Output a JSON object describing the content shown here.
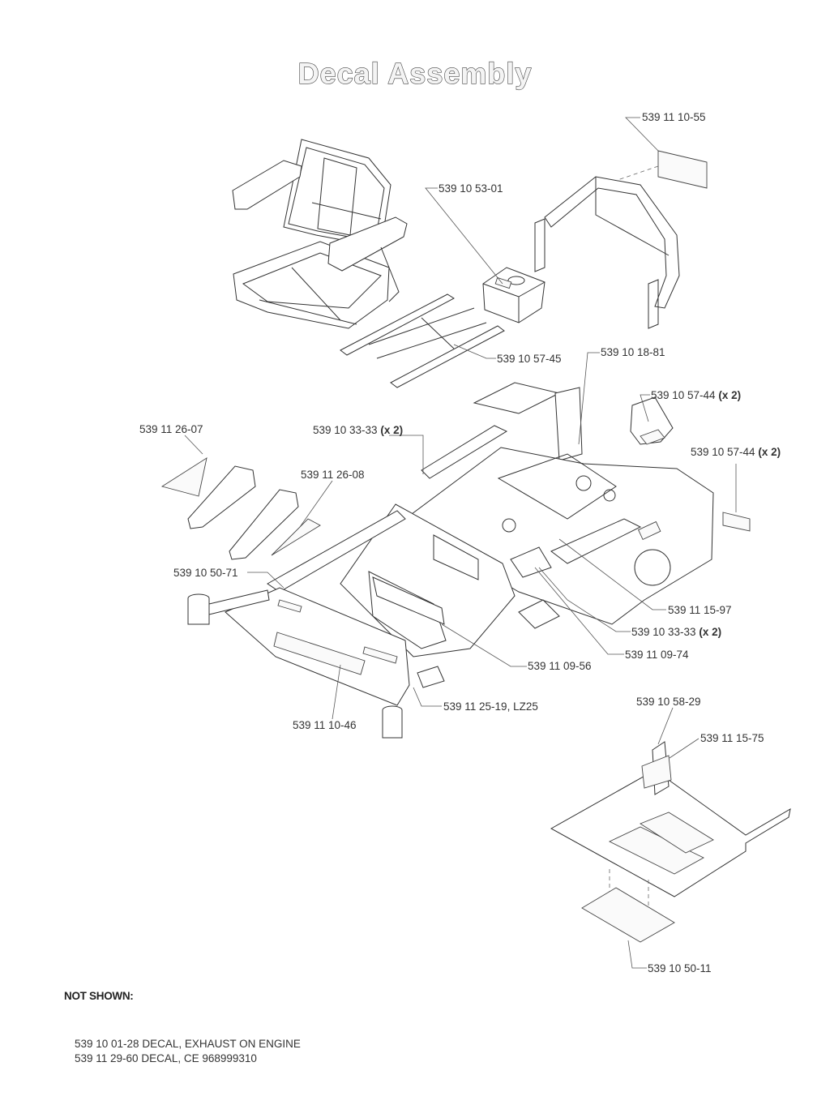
{
  "title": "Decal Assembly",
  "callouts": [
    {
      "id": "c1",
      "part": "539 11 10-55",
      "qty": ""
    },
    {
      "id": "c2",
      "part": "539 10 53-01",
      "qty": ""
    },
    {
      "id": "c3",
      "part": "539 10 57-45",
      "qty": ""
    },
    {
      "id": "c4",
      "part": "539 10 18-81",
      "qty": ""
    },
    {
      "id": "c5",
      "part": "539 10 57-44",
      "qty": "(x 2)"
    },
    {
      "id": "c6",
      "part": "539 10 57-44",
      "qty": "(x 2)"
    },
    {
      "id": "c7",
      "part": "539 11 26-07",
      "qty": ""
    },
    {
      "id": "c8",
      "part": "539 10 33-33",
      "qty": "(x 2)"
    },
    {
      "id": "c9",
      "part": "539 11 26-08",
      "qty": ""
    },
    {
      "id": "c10",
      "part": "539 10 50-71",
      "qty": ""
    },
    {
      "id": "c11",
      "part": "539 11 15-97",
      "qty": ""
    },
    {
      "id": "c12",
      "part": "539 10 33-33",
      "qty": "(x 2)"
    },
    {
      "id": "c13",
      "part": "539 11 09-74",
      "qty": ""
    },
    {
      "id": "c14",
      "part": "539 11 09-56",
      "qty": ""
    },
    {
      "id": "c15",
      "part": "539 11 25-19, LZ25",
      "qty": ""
    },
    {
      "id": "c16",
      "part": "539 11 10-46",
      "qty": ""
    },
    {
      "id": "c17",
      "part": "539 10 58-29",
      "qty": ""
    },
    {
      "id": "c18",
      "part": "539 11 15-75",
      "qty": ""
    },
    {
      "id": "c19",
      "part": "539 10 50-11",
      "qty": ""
    }
  ],
  "not_shown": {
    "heading": "NOT SHOWN:",
    "items": [
      "539 10 01-28 DECAL, EXHAUST ON ENGINE",
      "539 11 29-60 DECAL, CE 968999310"
    ]
  }
}
